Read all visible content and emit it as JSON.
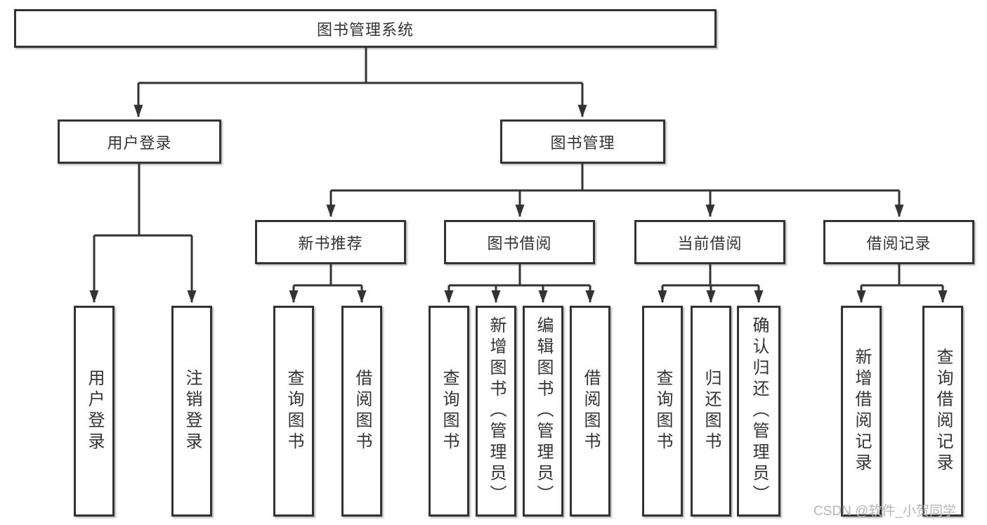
{
  "colors": {
    "line": "#333333",
    "text": "#333333",
    "box_bg": "#ffffff",
    "watermark": "#b6b6b6"
  },
  "root": {
    "label": "图书管理系统"
  },
  "branches": [
    {
      "label": "用户登录",
      "children": [
        "用户登录",
        "注销登录"
      ]
    },
    {
      "label": "图书管理",
      "sections": [
        {
          "label": "新书推荐",
          "children": [
            "查询图书",
            "借阅图书"
          ]
        },
        {
          "label": "图书借阅",
          "children": [
            "查询图书",
            "新增图书（管理员）",
            "编辑图书（管理员）",
            "借阅图书"
          ]
        },
        {
          "label": "当前借阅",
          "children": [
            "查询图书",
            "归还图书",
            "确认归还（管理员）"
          ]
        },
        {
          "label": "借阅记录",
          "children": [
            "新增借阅记录",
            "查询借阅记录"
          ]
        }
      ]
    }
  ],
  "watermark": {
    "text": "CSDN @软件_小贺同学"
  }
}
